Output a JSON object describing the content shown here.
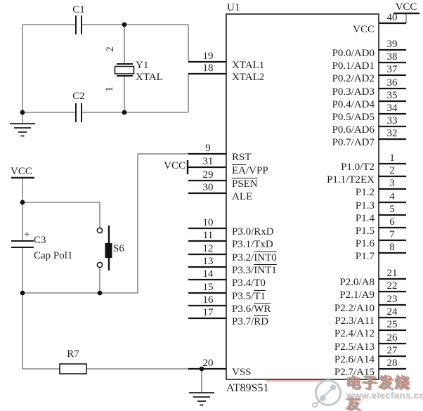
{
  "schematic": {
    "ic": {
      "designator": "U1",
      "part": "AT89S51",
      "left_pins": [
        {
          "num": "19",
          "label": "XTAL1"
        },
        {
          "num": "18",
          "label": "XTAL2"
        },
        {
          "num": "9",
          "label": "RST"
        },
        {
          "num": "31",
          "label": "{EA}/VPP"
        },
        {
          "num": "29",
          "label": "{PSEN}"
        },
        {
          "num": "30",
          "label": "ALE"
        },
        {
          "num": "10",
          "label": "P3.0/RxD"
        },
        {
          "num": "11",
          "label": "P3.1/TxD"
        },
        {
          "num": "12",
          "label": "P3.2/{INT0}"
        },
        {
          "num": "13",
          "label": "P3.3/{INT1}"
        },
        {
          "num": "14",
          "label": "P3.4/T0"
        },
        {
          "num": "15",
          "label": "P3.5/{T1}"
        },
        {
          "num": "16",
          "label": "P3.6/{WR}"
        },
        {
          "num": "17",
          "label": "P3.7/{RD}"
        },
        {
          "num": "20",
          "label": "VSS"
        }
      ],
      "right_pins": [
        {
          "num": "40",
          "label": "VCC"
        },
        {
          "num": "39",
          "label": "P0.0/AD0"
        },
        {
          "num": "38",
          "label": "P0.1/AD1"
        },
        {
          "num": "37",
          "label": "P0.2/AD2"
        },
        {
          "num": "36",
          "label": "P0.3/AD3"
        },
        {
          "num": "35",
          "label": "P0.4/AD4"
        },
        {
          "num": "34",
          "label": "P0.5/AD5"
        },
        {
          "num": "33",
          "label": "P0.6/AD6"
        },
        {
          "num": "32",
          "label": "P0.7/AD7"
        },
        {
          "num": "1",
          "label": "P1.0/T2"
        },
        {
          "num": "2",
          "label": "P1.1/T2EX"
        },
        {
          "num": "3",
          "label": "P1.2"
        },
        {
          "num": "4",
          "label": "P1.3"
        },
        {
          "num": "5",
          "label": "P1.4"
        },
        {
          "num": "6",
          "label": "P1.5"
        },
        {
          "num": "7",
          "label": "P1.6"
        },
        {
          "num": "8",
          "label": "P1.7"
        },
        {
          "num": "21",
          "label": "P2.0/A8"
        },
        {
          "num": "22",
          "label": "P2.1/A9"
        },
        {
          "num": "23",
          "label": "P2.2/A10"
        },
        {
          "num": "24",
          "label": "P2.3/A11"
        },
        {
          "num": "25",
          "label": "P2.4/A12"
        },
        {
          "num": "26",
          "label": "P2.5/A13"
        },
        {
          "num": "27",
          "label": "P2.6/A14"
        },
        {
          "num": "28",
          "label": "P2.7/A15"
        }
      ]
    },
    "crystal_circuit": {
      "c1": "C1",
      "c2": "C2",
      "y1_ref": "Y1",
      "y1_value": "XTAL",
      "y1_pin_top": "2",
      "y1_pin_bottom": "1"
    },
    "reset_circuit": {
      "vcc": "VCC",
      "c3_ref": "C3",
      "c3_value": "Cap Pol1",
      "c3_polarity": "+",
      "switch": "S6",
      "resistor": "R7"
    },
    "power": {
      "vcc_ea": "VCC",
      "vcc_pin40": "VCC"
    },
    "watermark": {
      "brand": "电子发烧友",
      "url": "www.elecfans.com"
    },
    "colors": {
      "wire": "#6e6e6e",
      "ink": "#1f1f1f",
      "watermark_gray": "#c3c8cc",
      "watermark_red": "#cf584e"
    }
  }
}
